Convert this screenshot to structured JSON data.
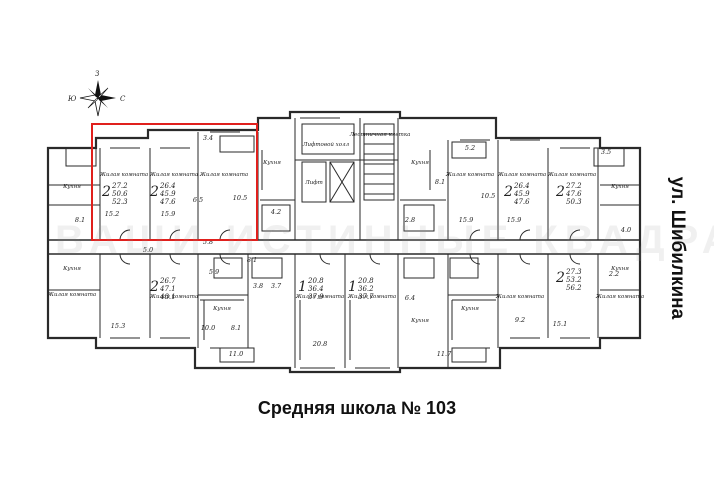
{
  "caption": "Средняя школа № 103",
  "street": "ул. Шибилкина",
  "watermark": "ВАШИ ИСТИННЫЕ КВАДРАТНЫЕ МЕТРЫ",
  "compass": {
    "north": "З",
    "west": "Ю",
    "east": "С"
  },
  "colors": {
    "highlight": "#e0201d",
    "line": "#2a2a2a"
  },
  "room_labels": {
    "living": "Жилая комната",
    "kitchen": "Кухня",
    "lift_hall": "Лифтовой холл",
    "stair": "Лестничная клетка",
    "elevator": "Лифт"
  },
  "apartments": [
    {
      "rooms": "2",
      "areas": [
        "27.2",
        "50.6",
        "52.3"
      ]
    },
    {
      "rooms": "2",
      "areas": [
        "26.4",
        "45.9",
        "47.6"
      ]
    },
    {
      "rooms": "2",
      "areas": [
        "26.7",
        "47.1",
        "48.1"
      ]
    },
    {
      "rooms": "1",
      "areas": [
        "20.8",
        "36.4",
        "37.9"
      ]
    },
    {
      "rooms": "1",
      "areas": [
        "20.8",
        "36.2",
        "37.7"
      ]
    },
    {
      "rooms": "2",
      "areas": [
        "26.4",
        "45.9",
        "47.6"
      ]
    },
    {
      "rooms": "2",
      "areas": [
        "27.2",
        "47.6",
        "50.3"
      ]
    },
    {
      "rooms": "2",
      "areas": [
        "27.3",
        "53.2",
        "56.2"
      ]
    }
  ],
  "room_areas": [
    "15.2",
    "10.5",
    "15.9",
    "6.5",
    "8.1",
    "15.3",
    "10.0",
    "8.1",
    "5.9",
    "20.8",
    "8.1",
    "15.9",
    "9.2",
    "15.1",
    "8.1",
    "10.5",
    "5.0",
    "5.8",
    "3.4",
    "4.2",
    "3.8",
    "3.7",
    "2.8",
    "5.2",
    "11.0",
    "11.7",
    "3.5",
    "4.0",
    "2.2",
    "15.9",
    "6.4"
  ]
}
